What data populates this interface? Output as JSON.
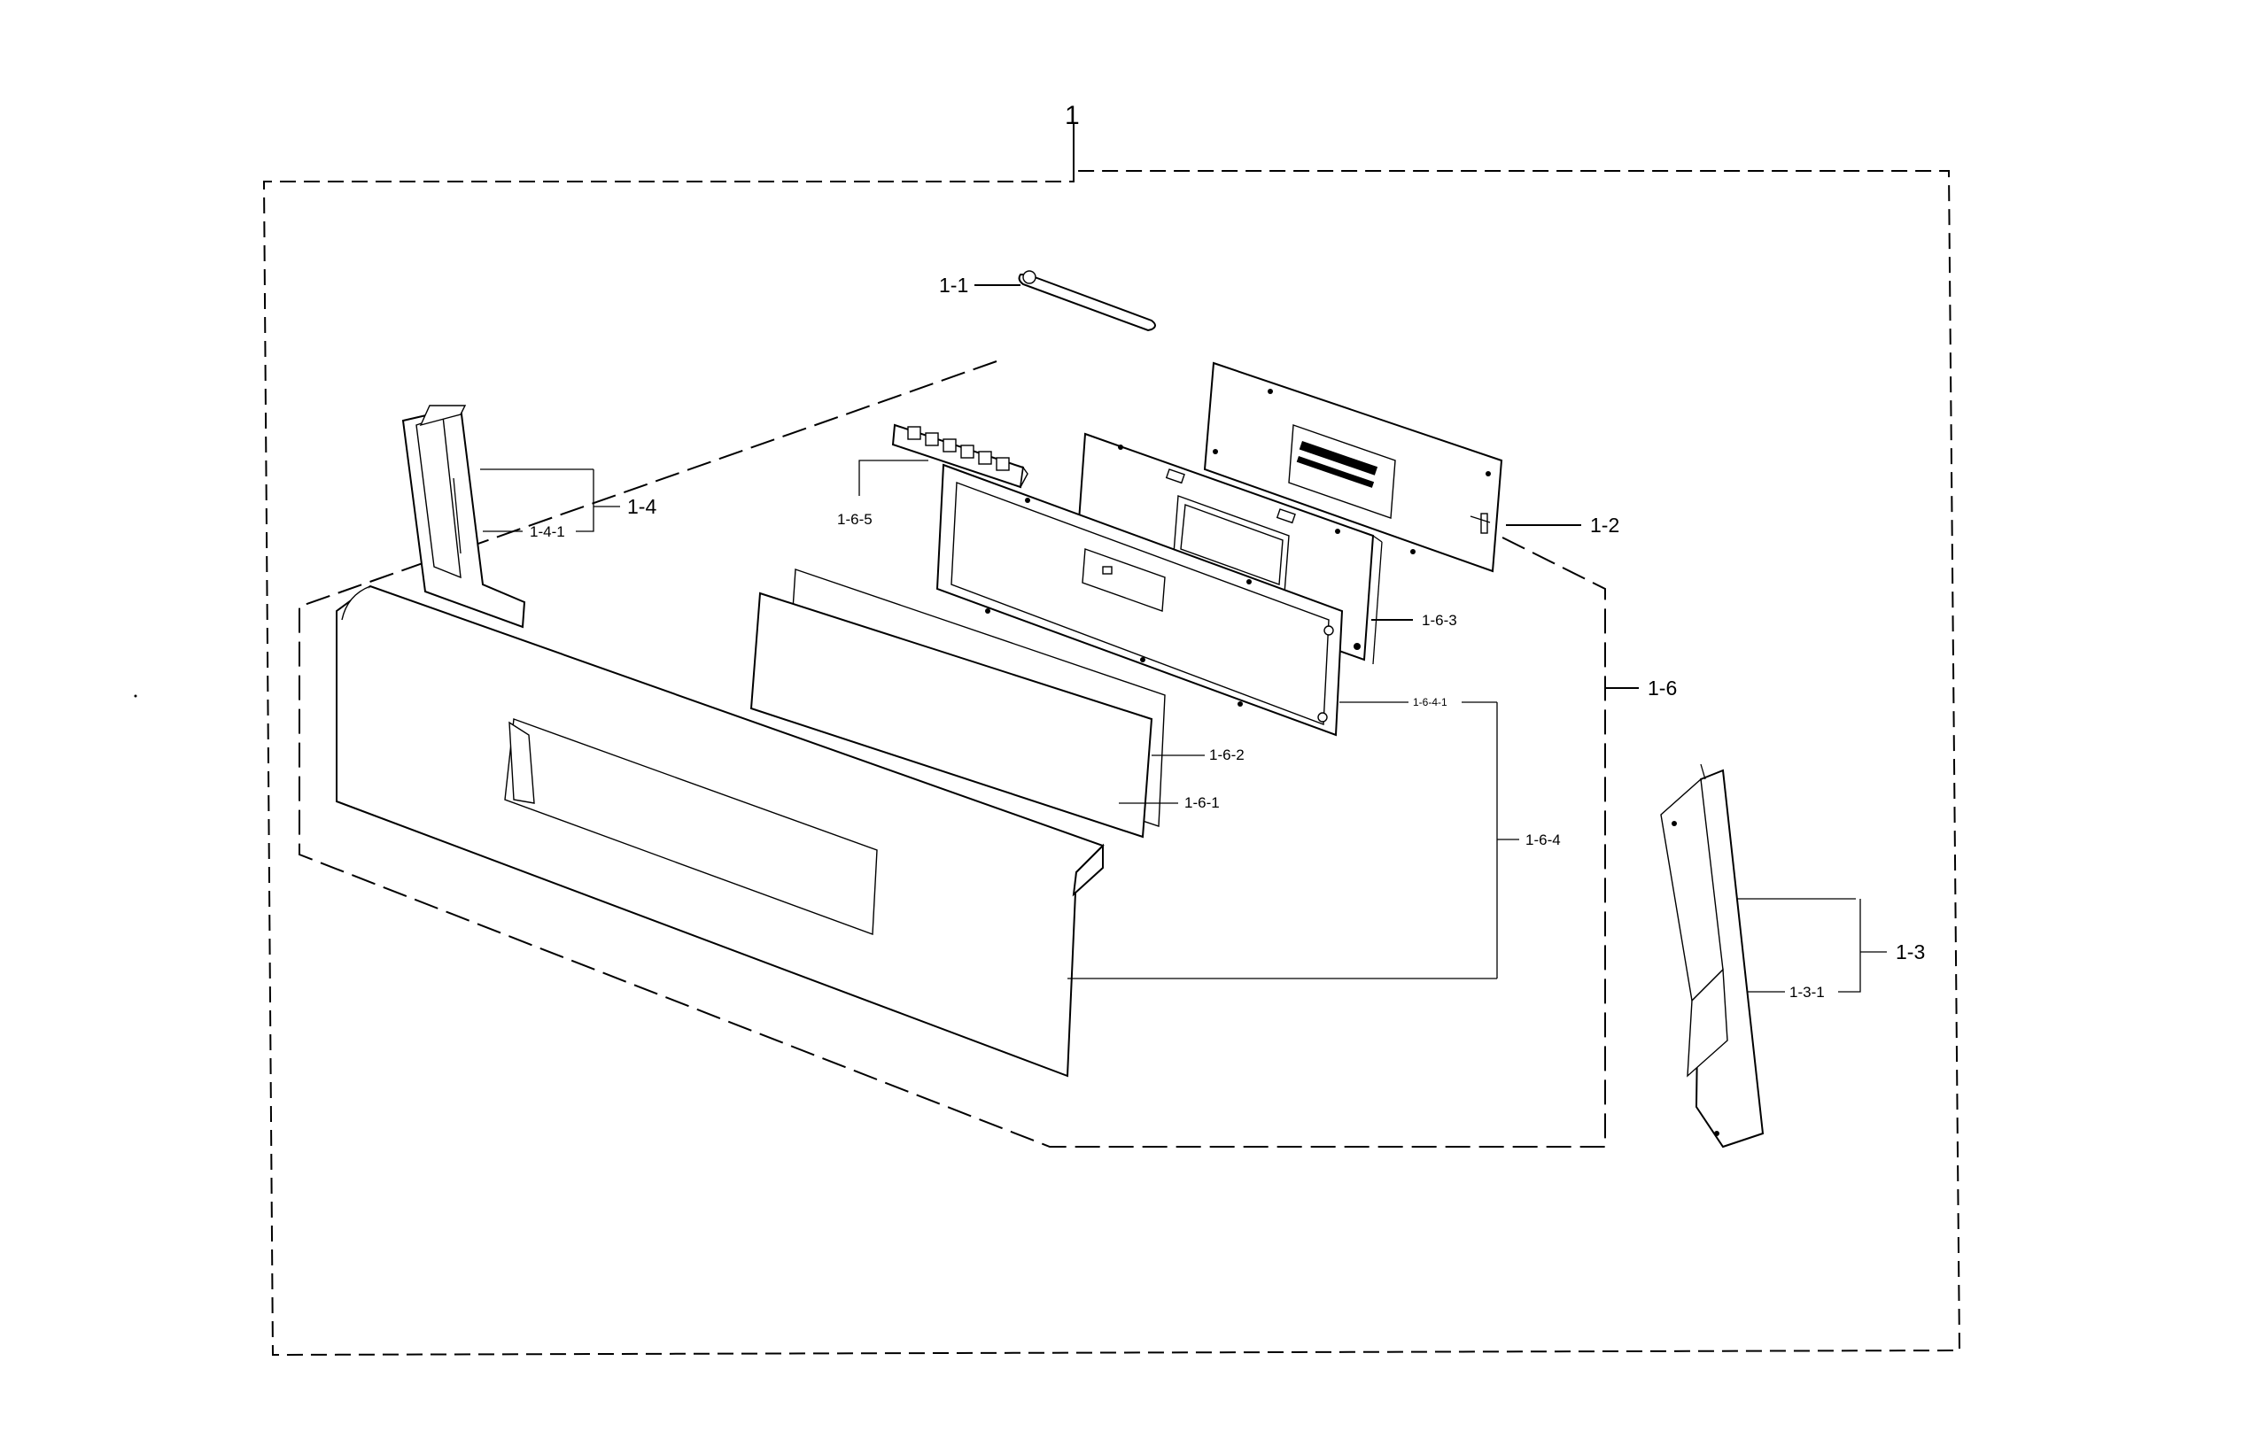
{
  "labels": {
    "assembly": "1",
    "p1_1": "1-1",
    "p1_2": "1-2",
    "p1_3": "1-3",
    "p1_3_1": "1-3-1",
    "p1_4": "1-4",
    "p1_4_1": "1-4-1",
    "p1_6": "1-6",
    "p1_6_1": "1-6-1",
    "p1_6_2": "1-6-2",
    "p1_6_3": "1-6-3",
    "p1_6_4": "1-6-4",
    "p1_6_4_1": "1-6-4-1",
    "p1_6_5": "1-6-5"
  }
}
